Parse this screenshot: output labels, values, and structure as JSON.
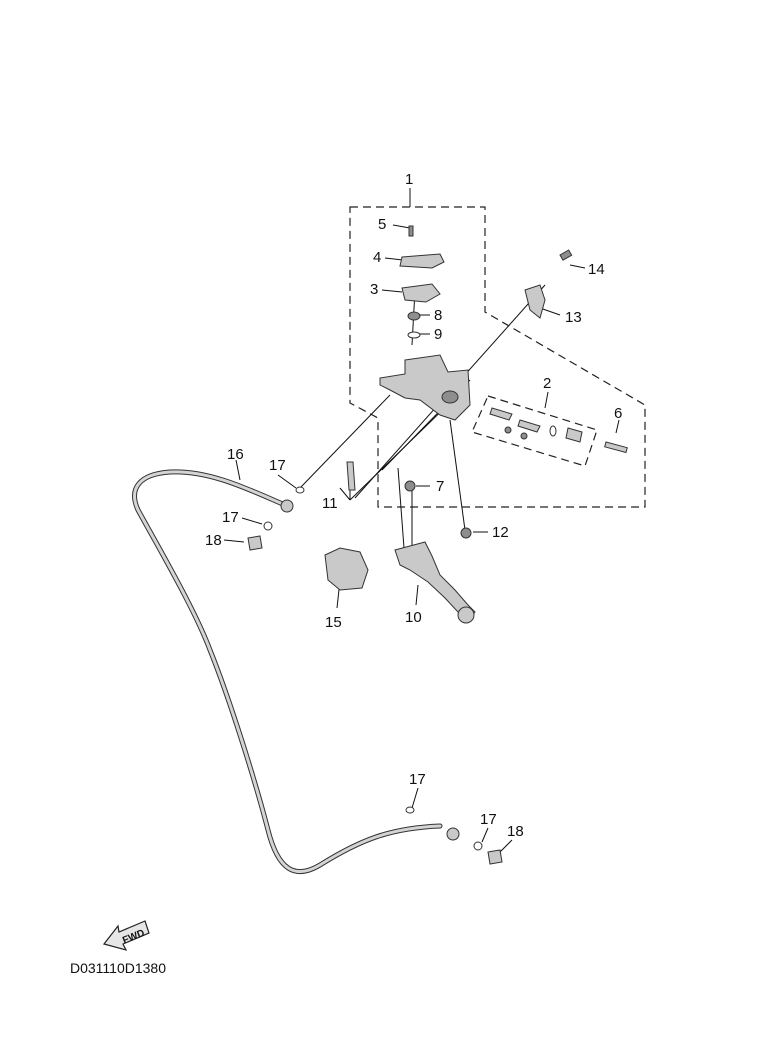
{
  "diagram": {
    "callouts": [
      "1",
      "2",
      "3",
      "4",
      "5",
      "6",
      "7",
      "8",
      "9",
      "10",
      "11",
      "12",
      "13",
      "14",
      "15",
      "16",
      "17",
      "18",
      "17",
      "17",
      "17",
      "18"
    ],
    "fwd_label": "FWD",
    "drawing_code": "D031110D1380"
  }
}
